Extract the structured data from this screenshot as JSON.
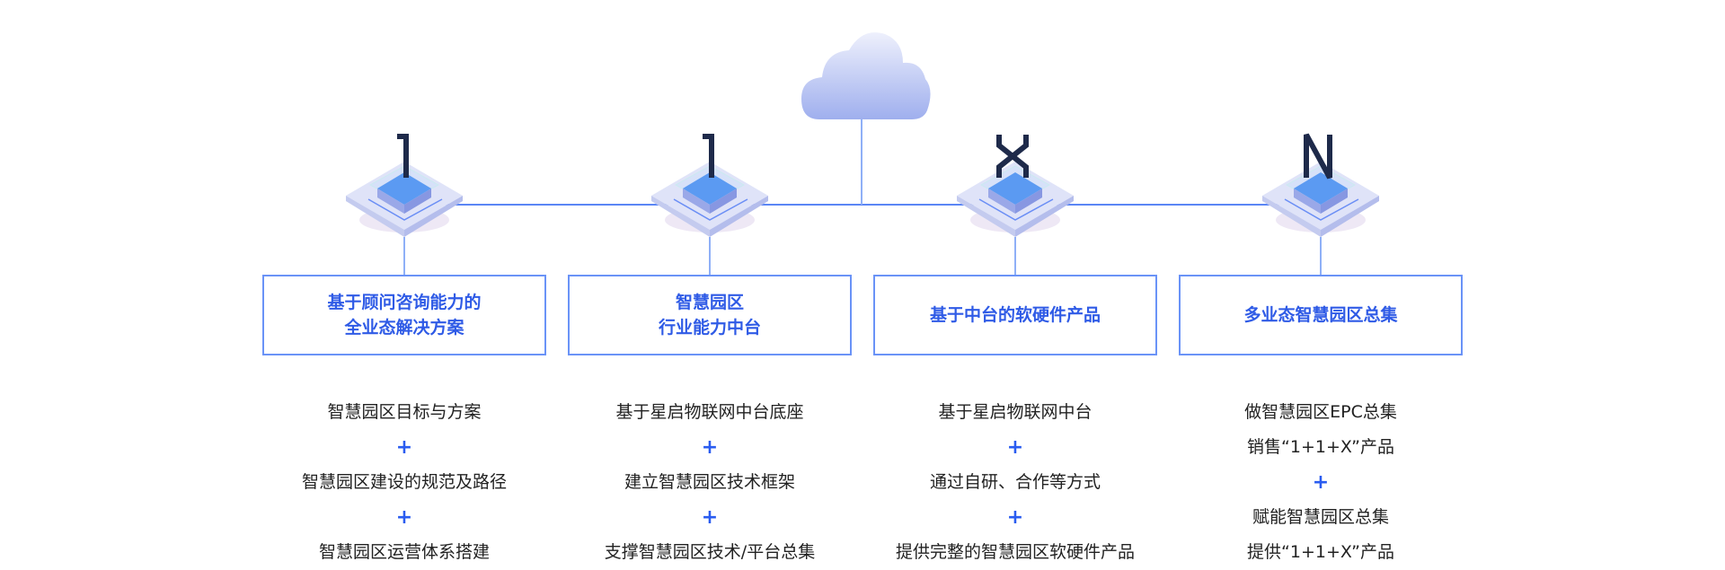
{
  "cloud": {
    "icon": "cloud-icon"
  },
  "columns": [
    {
      "symbol": "1",
      "title_lines": [
        "基于顾问咨询能力的",
        "全业态解决方案"
      ],
      "items": [
        "智慧园区目标与方案",
        "+",
        "智慧园区建设的规范及路径",
        "+",
        "智慧园区运营体系搭建"
      ]
    },
    {
      "symbol": "1",
      "title_lines": [
        "智慧园区",
        "行业能力中台"
      ],
      "items": [
        "基于星启物联网中台底座",
        "+",
        "建立智慧园区技术框架",
        "+",
        "支撑智慧园区技术/平台总集"
      ]
    },
    {
      "symbol": "X",
      "title_lines": [
        "基于中台的软硬件产品"
      ],
      "items": [
        "基于星启物联网中台",
        "+",
        "通过自研、合作等方式",
        "+",
        "提供完整的智慧园区软硬件产品"
      ]
    },
    {
      "symbol": "N",
      "title_lines": [
        "多业态智慧园区总集"
      ],
      "items": [
        "做智慧园区EPC总集",
        "销售“1+1+X”产品",
        "+",
        "赋能智慧园区总集",
        "提供“1+1+X”产品"
      ]
    }
  ],
  "colors": {
    "accent": "#2f5be6",
    "line": "#5b86f5",
    "text": "#222222"
  }
}
